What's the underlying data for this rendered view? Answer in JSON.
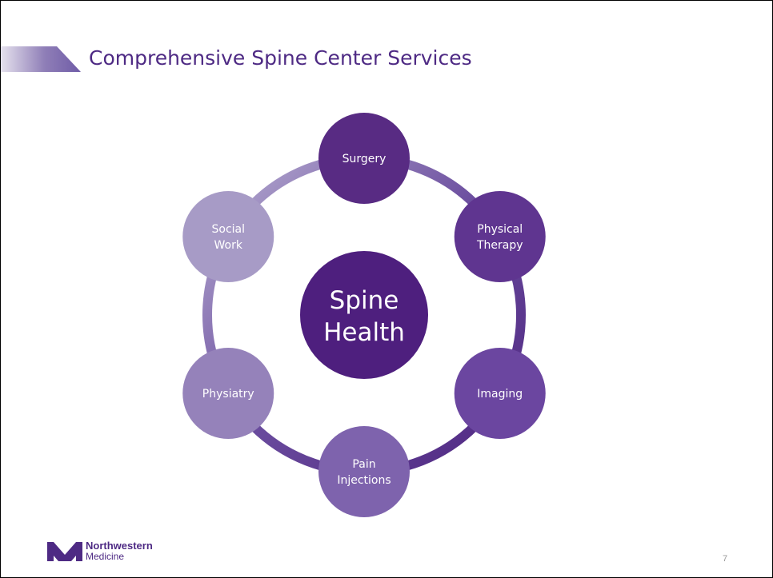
{
  "slide": {
    "title": "Comprehensive Spine Center Services",
    "page_number": "7"
  },
  "diagram": {
    "center": {
      "line1": "Spine",
      "line2": "Health"
    },
    "nodes": [
      {
        "id": "surgery",
        "lines": [
          "Surgery"
        ],
        "color": "#582b83"
      },
      {
        "id": "physical-therapy",
        "lines": [
          "Physical",
          "Therapy"
        ],
        "color": "#5f3590"
      },
      {
        "id": "imaging",
        "lines": [
          "Imaging"
        ],
        "color": "#6b46a0"
      },
      {
        "id": "pain-injections",
        "lines": [
          "Pain",
          "Injections"
        ],
        "color": "#7e63ad"
      },
      {
        "id": "physiatry",
        "lines": [
          "Physiatry"
        ],
        "color": "#9582ba"
      },
      {
        "id": "social-work",
        "lines": [
          "Social",
          "Work"
        ],
        "color": "#a79bc6"
      }
    ],
    "center_color": "#4e1f7e",
    "ring_color": "#5b3390"
  },
  "logo": {
    "name": "Northwestern",
    "sub": "Medicine",
    "color": "#4e2a84"
  }
}
